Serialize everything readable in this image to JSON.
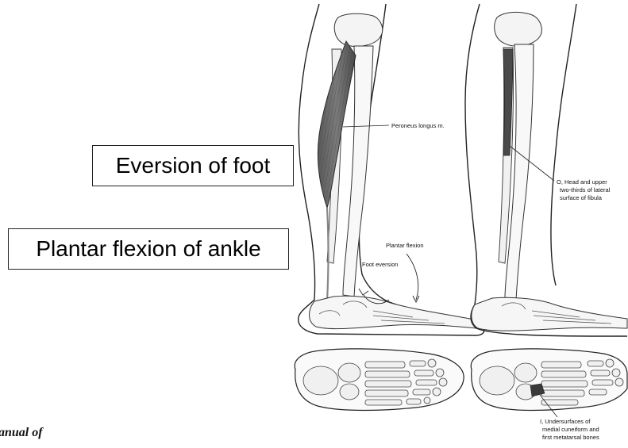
{
  "labels": {
    "eversion": "Eversion of foot",
    "plantar": "Plantar flexion of ankle"
  },
  "annotations": {
    "peroneus": "Peroneus longus m.",
    "plantar_flexion": "Plantar flexion",
    "foot_eversion": "Foot eversion",
    "origin_line1": "O, Head and upper",
    "origin_line2": "two-thirds of lateral",
    "origin_line3": "surface of fibula",
    "insertion_line1": "I, Undersurfaces of",
    "insertion_line2": "medial cuneiform and",
    "insertion_line3": "first metatarsal bones"
  },
  "credit": "anual of"
}
